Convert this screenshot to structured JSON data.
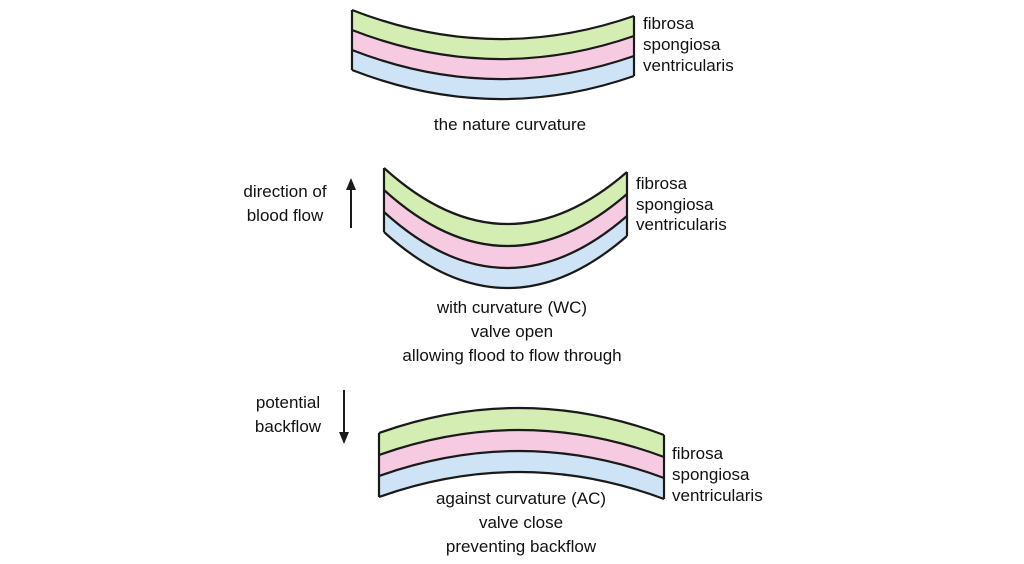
{
  "colors": {
    "fibrosa": "#d3edb2",
    "spongiosa": "#f6cbe1",
    "ventricularis": "#cfe3f6",
    "outline": "#1a1a1a"
  },
  "panels": [
    {
      "layers": [
        "fibrosa",
        "spongiosa",
        "ventricularis"
      ],
      "caption": [
        "the nature curvature"
      ]
    },
    {
      "layers": [
        "fibrosa",
        "spongiosa",
        "ventricularis"
      ],
      "caption": [
        "with curvature (WC)",
        "valve open",
        "allowing flood to flow through"
      ],
      "side_label": [
        "direction of",
        "blood flow"
      ],
      "arrow_direction": "up"
    },
    {
      "layers": [
        "fibrosa",
        "spongiosa",
        "ventricularis"
      ],
      "caption": [
        "against curvature (AC)",
        "valve close",
        "preventing backflow"
      ],
      "side_label": [
        "potential",
        "backflow"
      ],
      "arrow_direction": "down"
    }
  ]
}
